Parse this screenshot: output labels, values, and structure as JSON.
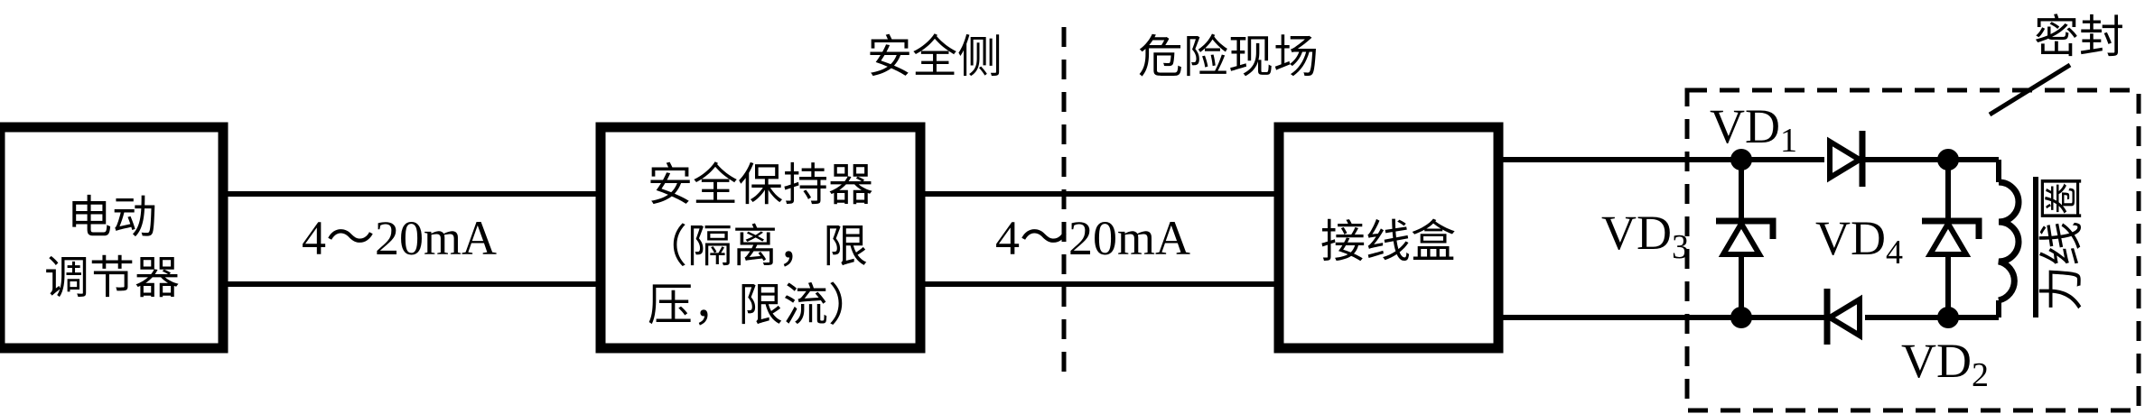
{
  "blocks": {
    "regulator": {
      "line1": "电动",
      "line2": "调节器"
    },
    "barrier": {
      "line1": "安全保持器",
      "line2": "（隔离，限",
      "line3": "压，限流）"
    },
    "junction_box": {
      "label": "接线盒"
    }
  },
  "signals": {
    "left": "4～20mA",
    "right": "4～20mA"
  },
  "zones": {
    "safe_side": "安全侧",
    "hazard_side": "危险现场"
  },
  "enclosure": {
    "label": "密封"
  },
  "coil": {
    "label": "力线圈"
  },
  "diodes": [
    {
      "name": "VD",
      "sub": "1"
    },
    {
      "name": "VD",
      "sub": "2"
    },
    {
      "name": "VD",
      "sub": "3"
    },
    {
      "name": "VD",
      "sub": "4"
    }
  ]
}
